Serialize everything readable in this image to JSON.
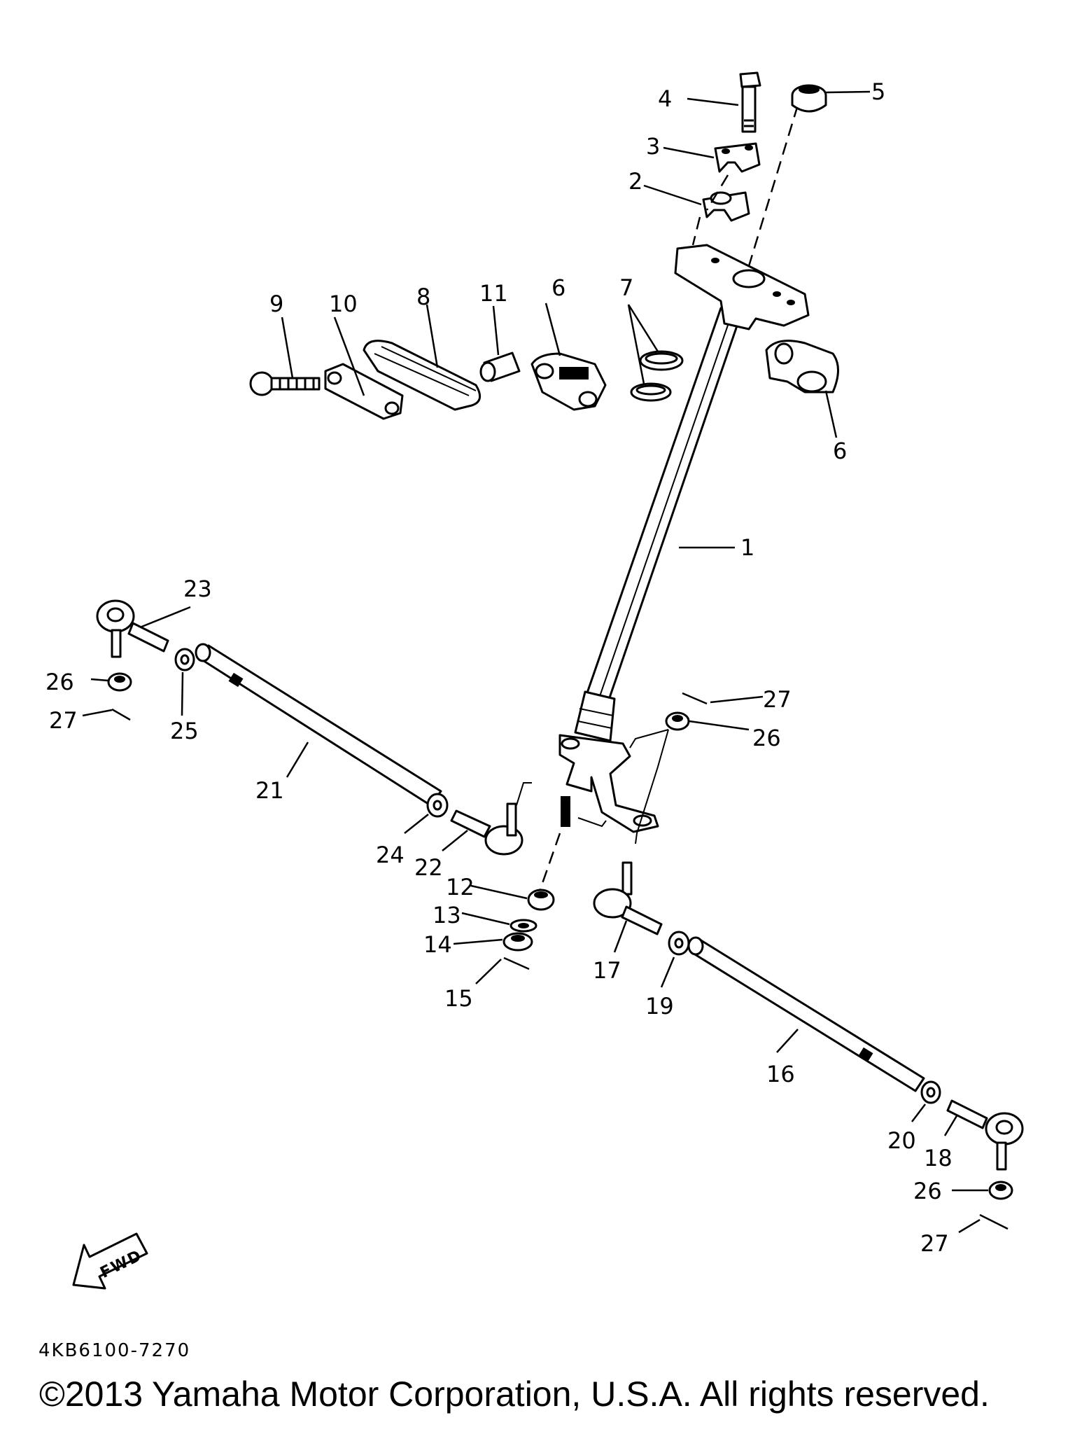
{
  "callouts": [
    {
      "id": "c1",
      "label": "1"
    },
    {
      "id": "c2",
      "label": "2"
    },
    {
      "id": "c3",
      "label": "3"
    },
    {
      "id": "c4",
      "label": "4"
    },
    {
      "id": "c5",
      "label": "5"
    },
    {
      "id": "c6a",
      "label": "6"
    },
    {
      "id": "c6b",
      "label": "6"
    },
    {
      "id": "c7",
      "label": "7"
    },
    {
      "id": "c8",
      "label": "8"
    },
    {
      "id": "c9",
      "label": "9"
    },
    {
      "id": "c10",
      "label": "10"
    },
    {
      "id": "c11",
      "label": "11"
    },
    {
      "id": "c12",
      "label": "12"
    },
    {
      "id": "c13",
      "label": "13"
    },
    {
      "id": "c14",
      "label": "14"
    },
    {
      "id": "c15",
      "label": "15"
    },
    {
      "id": "c16",
      "label": "16"
    },
    {
      "id": "c17",
      "label": "17"
    },
    {
      "id": "c18",
      "label": "18"
    },
    {
      "id": "c19",
      "label": "19"
    },
    {
      "id": "c20",
      "label": "20"
    },
    {
      "id": "c21",
      "label": "21"
    },
    {
      "id": "c22",
      "label": "22"
    },
    {
      "id": "c23",
      "label": "23"
    },
    {
      "id": "c24",
      "label": "24"
    },
    {
      "id": "c25",
      "label": "25"
    },
    {
      "id": "c26a",
      "label": "26"
    },
    {
      "id": "c26b",
      "label": "26"
    },
    {
      "id": "c26c",
      "label": "26"
    },
    {
      "id": "c27a",
      "label": "27"
    },
    {
      "id": "c27b",
      "label": "27"
    },
    {
      "id": "c27c",
      "label": "27"
    }
  ],
  "fwd_label": "FWD",
  "diagram_code": "4KB6100-7270",
  "copyright": "©2013 Yamaha Motor Corporation, U.S.A. All rights reserved."
}
